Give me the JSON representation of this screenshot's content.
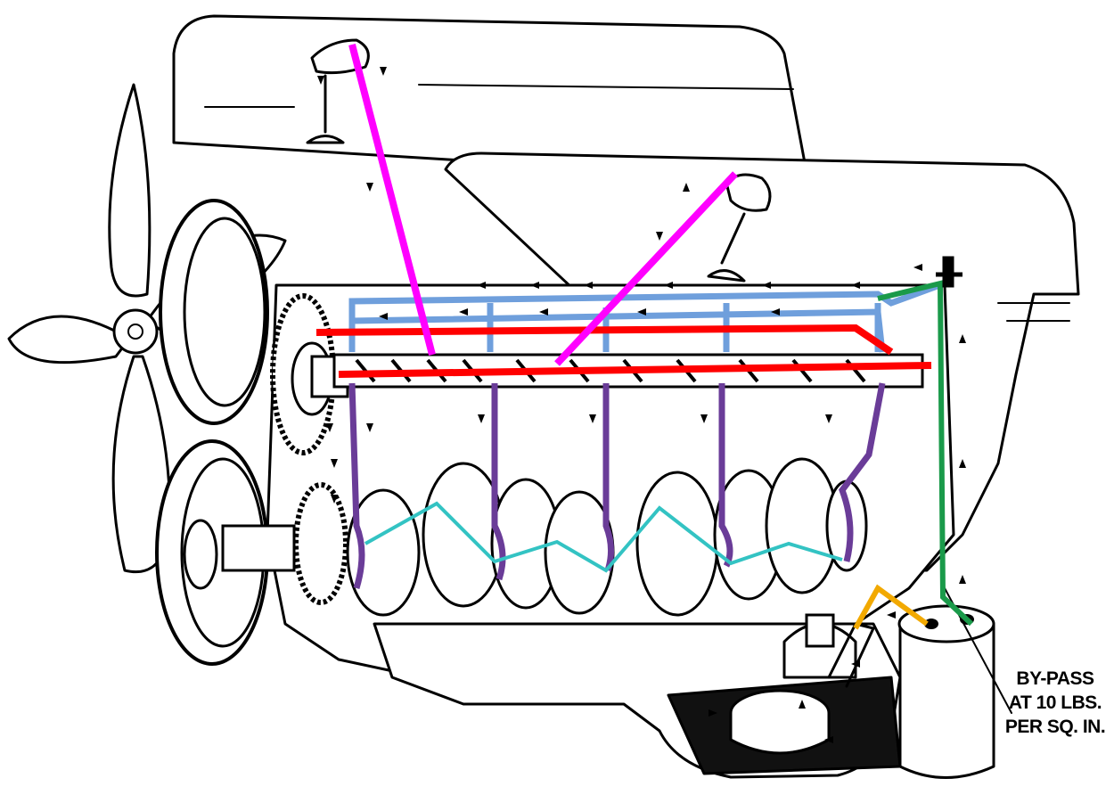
{
  "annotation": {
    "lines": [
      "BY-PASS",
      "AT 10 LBS.",
      "PER SQ. IN."
    ]
  },
  "oil_line_colors": {
    "rocker_feed": "#ff00ff",
    "main_gallery": "#ff0000",
    "upper_gallery": "#6f9fdc",
    "main_bearing_feed": "#6a3c98",
    "crank_drillings": "#33c3c3",
    "pressure_line": "#1a9a4a",
    "pump_outlet": "#f2a900",
    "oil_pan": "#000000"
  },
  "icons": [
    "fan-icon",
    "pulley-icon",
    "timing-chain-icon",
    "valve-icon",
    "oil-pump-icon",
    "oil-filter-icon"
  ]
}
